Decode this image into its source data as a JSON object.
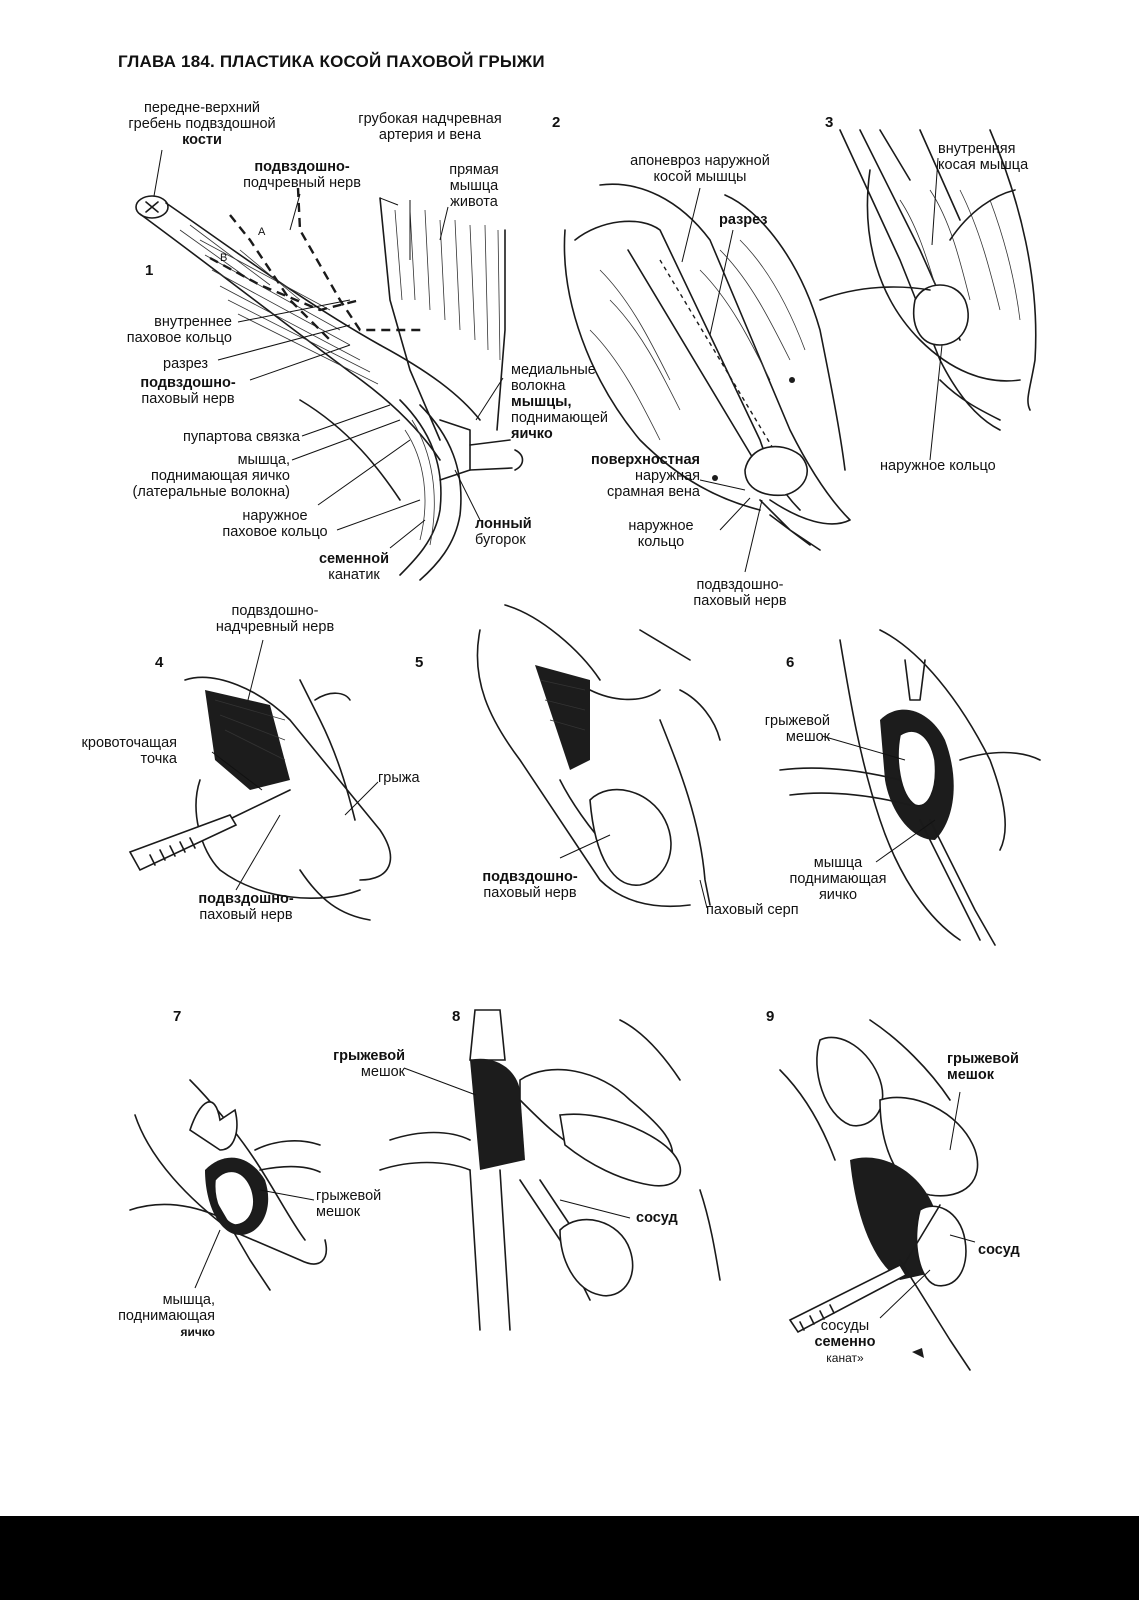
{
  "page": {
    "chapter_title": "ГЛАВА 184. ПЛАСТИКА КОСОЙ ПАХОВОЙ ГРЫЖИ"
  },
  "figure_numbers": [
    "1",
    "2",
    "3",
    "4",
    "5",
    "6",
    "7",
    "8",
    "9"
  ],
  "fig1": {
    "asis": [
      "передне-верхний",
      "гребень подвздошной",
      "кости"
    ],
    "epigastric_vessels": [
      "грубокая надчревная",
      "артерия и вена"
    ],
    "iliohypogastric_nerve": [
      "подвздошно-",
      "подчревный нерв"
    ],
    "rectus": [
      "прямая",
      "мышца",
      "живота"
    ],
    "line_a": "A",
    "line_b": "B",
    "internal_ring": [
      "внутреннее",
      "паховое кольцо"
    ],
    "incision": "разрез",
    "ilioinguinal_nerve": [
      "подвздошно-",
      "паховый нерв"
    ],
    "medial_fibers": [
      "медиальные",
      "волокна",
      "мышцы,",
      "поднимающей",
      "яичко"
    ],
    "poupart": "пупартова связка",
    "cremaster_lateral": [
      "мышца,",
      "поднимающая яичко",
      "(латеральные  волокна)"
    ],
    "external_ring": [
      "наружное",
      "паховое кольцо"
    ],
    "pubic_tubercle": [
      "лонный",
      "бугорок"
    ],
    "spermatic_cord": [
      "семенной",
      "канатик"
    ]
  },
  "fig2": {
    "aponeurosis": [
      "апоневроз наружной",
      "косой мышцы"
    ],
    "incision": "разрез",
    "superficial_vein": [
      "поверхностная",
      "наружная",
      "срамная вена"
    ],
    "external_ring": [
      "наружное",
      "кольцо"
    ],
    "ilioinguinal_nerve": [
      "подвздошно-",
      "паховый нерв"
    ]
  },
  "fig3": {
    "internal_oblique": [
      "внутренняя",
      "косая мышца"
    ],
    "external_ring": "наружное кольцо"
  },
  "fig4": {
    "nerve": [
      "подвздошно-",
      "надчревный нерв"
    ],
    "bleeding_point": [
      "кровоточащая",
      "точка"
    ],
    "hernia": "грыжа",
    "ilioinguinal_nerve": [
      "подвздошно-",
      "паховый нерв"
    ]
  },
  "fig5": {
    "ilioinguinal_nerve": [
      "подвздошно-",
      "паховый нерв"
    ],
    "falx": "паховый серп"
  },
  "fig6": {
    "hernia_sac": [
      "грыжевой",
      "мешок"
    ],
    "cremaster": [
      "мышца",
      "поднимающая",
      "яичко"
    ]
  },
  "fig7": {
    "hernia_sac": [
      "грыжевой",
      "мешок"
    ],
    "cremaster": [
      "мышца,",
      "поднимающая",
      "яичко"
    ]
  },
  "fig8": {
    "hernia_sac": [
      "грыжевой",
      "мешок"
    ],
    "vessel": "сосуд"
  },
  "fig9": {
    "hernia_sac": [
      "грыжевой",
      "мешок"
    ],
    "vessel": "сосуд",
    "cord_vessels": [
      "сосуды",
      "семенно",
      "канат»"
    ]
  }
}
